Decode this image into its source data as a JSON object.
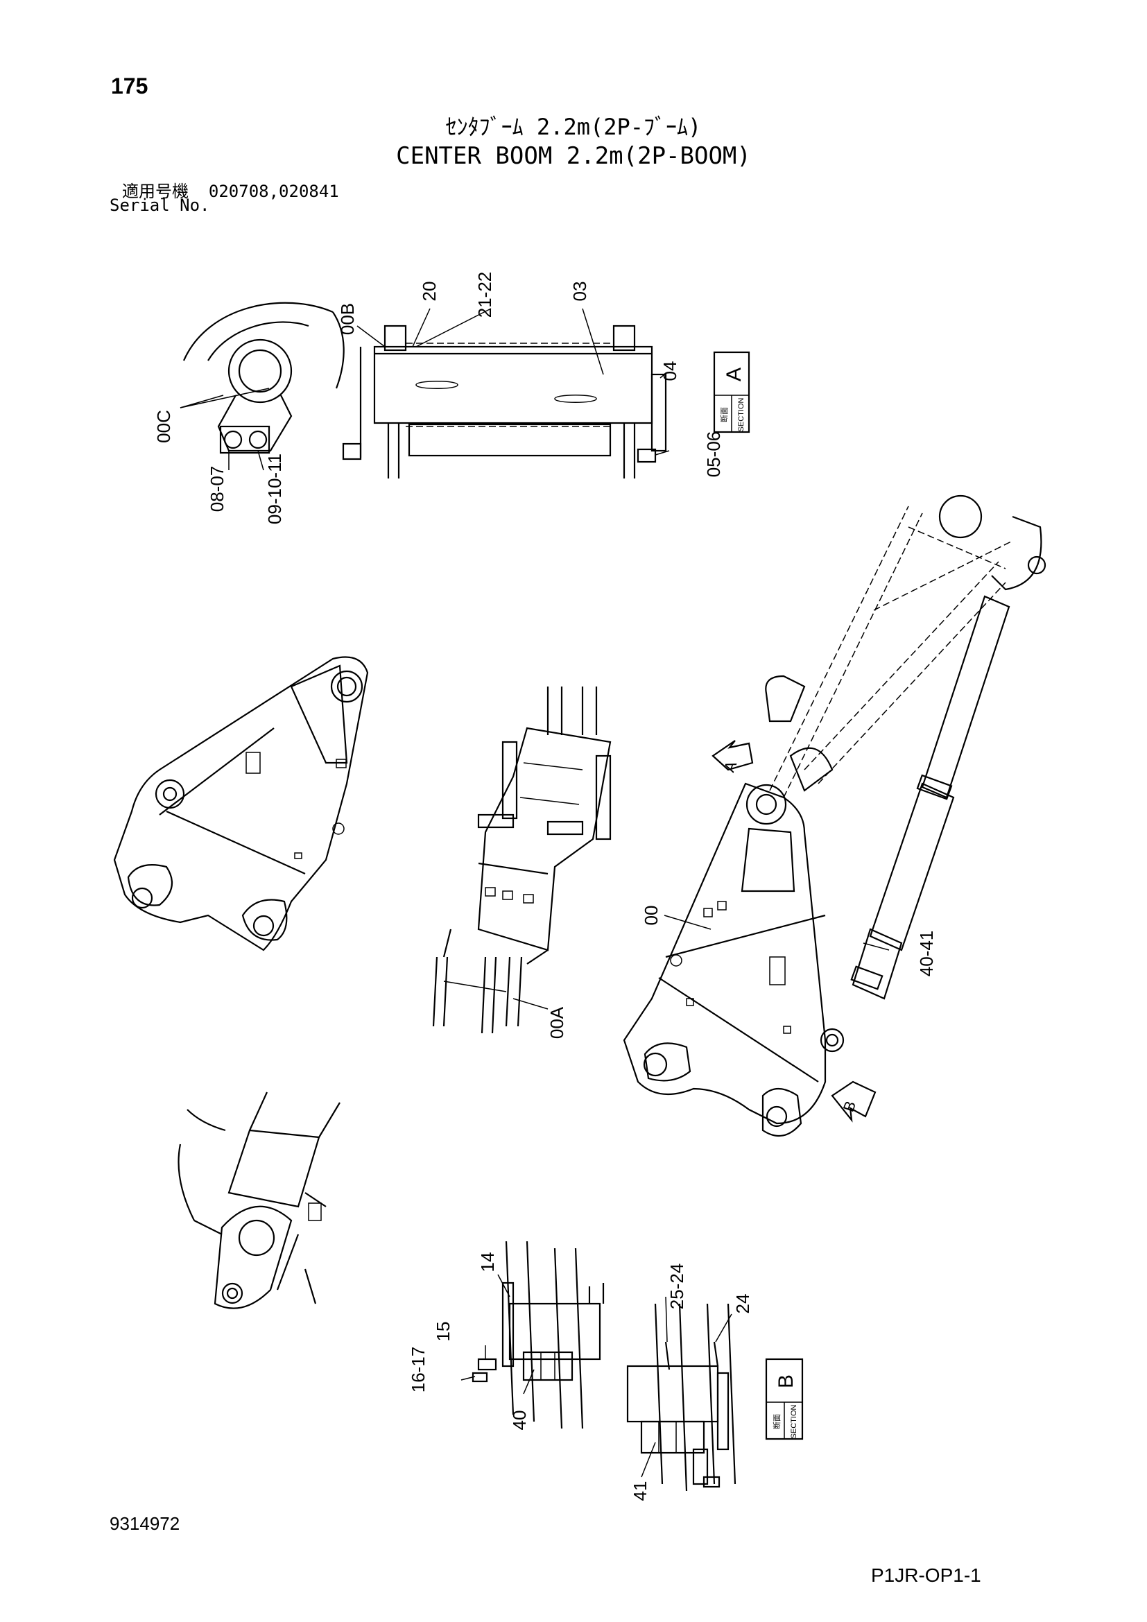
{
  "header": {
    "page_number": "175",
    "title_jp": "ｾﾝﾀﾌﾞｰﾑ 2.2m(2P-ﾌﾞｰﾑ)",
    "title_en": "CENTER BOOM 2.2m(2P-BOOM)",
    "serial_label_jp": "適用号機",
    "serial_numbers": "020708,020841",
    "serial_label_en": "Serial No."
  },
  "callouts": {
    "c00": "00",
    "c00A": "00A",
    "c00B": "00B",
    "c00C": "00C",
    "c03": "03",
    "c04": "04",
    "c05_06": "05-06",
    "c08_07": "08-07",
    "c09_10_11": "09-10-11",
    "c20": "20",
    "c21_22": "21-22",
    "c14": "14",
    "c15": "15",
    "c16_17": "16-17",
    "c25_24": "25-24",
    "c24": "24",
    "c40": "40",
    "c41": "41",
    "c40_41": "40-41"
  },
  "sections": {
    "a": {
      "letter": "A",
      "kanji": "断面",
      "word": "SECTION"
    },
    "b": {
      "letter": "B",
      "kanji": "断面",
      "word": "SECTION"
    }
  },
  "view_markers": {
    "a": "A",
    "b": "B"
  },
  "footer": {
    "doc_number": "9314972",
    "page_code": "P1JR-OP1-1"
  }
}
